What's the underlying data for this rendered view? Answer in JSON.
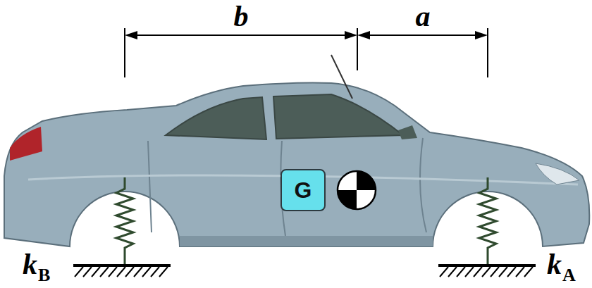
{
  "diagram": {
    "nodes": [
      {
        "text": [
          "G"
        ]
      }
    ],
    "labels": [
      "b",
      "a",
      "k",
      "B",
      "k",
      "A"
    ]
  }
}
